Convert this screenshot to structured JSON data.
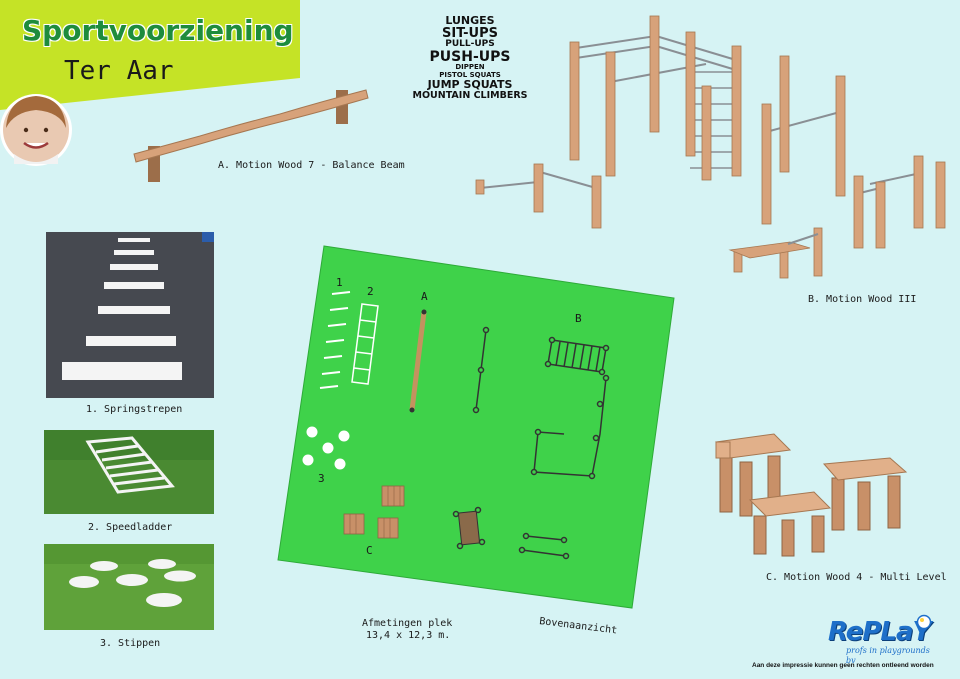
{
  "header": {
    "title": "Sportvoorziening",
    "subtitle": "Ter Aar"
  },
  "exercises": [
    {
      "label": "LUNGES",
      "size": "m"
    },
    {
      "label": "SIT-UPS",
      "size": "l"
    },
    {
      "label": "PULL-UPS",
      "size": "s"
    },
    {
      "label": "PUSH-UPS",
      "size": "xl"
    },
    {
      "label": "DIPPEN",
      "size": "xs"
    },
    {
      "label": "PISTOL SQUATS",
      "size": "xs"
    },
    {
      "label": "JUMP SQUATS",
      "size": "m"
    },
    {
      "label": "MOUNTAIN CLIMBERS",
      "size": "s"
    }
  ],
  "equipment": {
    "a": "A. Motion Wood 7 - Balance Beam",
    "b": "B. Motion Wood III",
    "c": "C. Motion Wood 4 - Multi Level"
  },
  "photos": {
    "p1": "1. Springstrepen",
    "p2": "2. Speedladder",
    "p3": "3. Stippen"
  },
  "plan": {
    "label_1": "1",
    "label_2": "2",
    "label_3": "3",
    "label_a": "A",
    "label_b": "B",
    "label_c": "C",
    "dimensions_label": "Afmetingen plek",
    "dimensions_value": "13,4 x 12,3 m.",
    "view_label": "Bovenaanzicht"
  },
  "logo": {
    "text": "RePLaY",
    "tagline": "profs in playgrounds bv"
  },
  "disclaimer": "Aan deze impressie kunnen geen rechten ontleend worden",
  "colors": {
    "background": "#d6f3f4",
    "banner": "#c5e326",
    "title": "#1e8c3c",
    "plan": "#3fd24a",
    "wood": "#d7a27a",
    "logo": "#1e6fc9"
  }
}
